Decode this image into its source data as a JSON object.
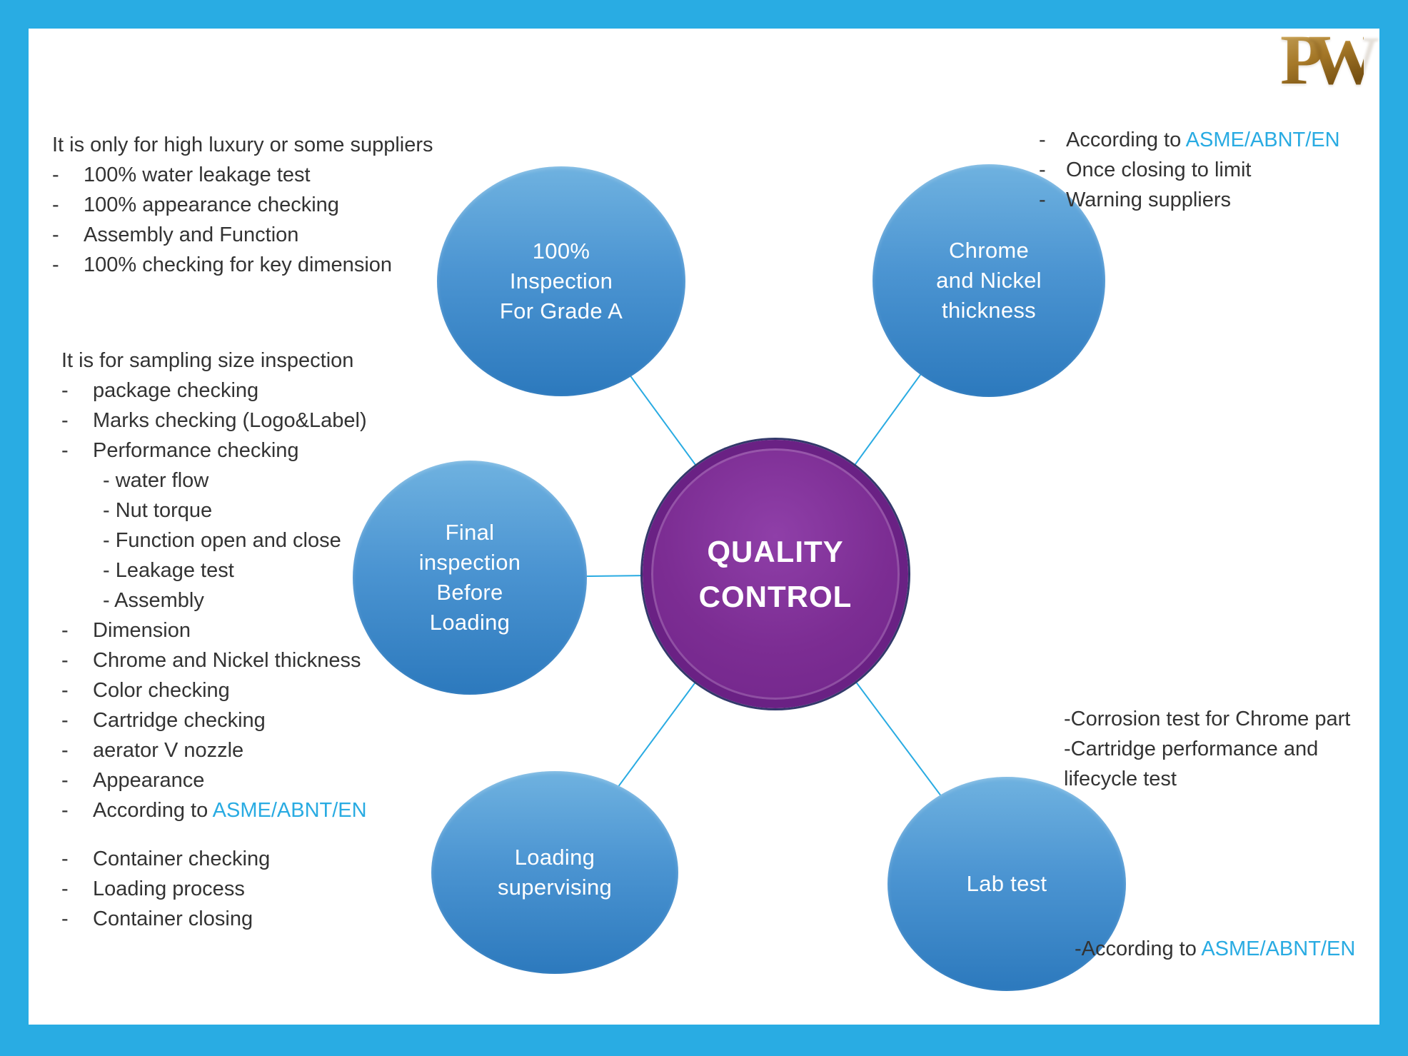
{
  "bullet": "-",
  "logo": {
    "text": "PW"
  },
  "colors": {
    "frame": "#29ACE3",
    "accent": "#29ABE2",
    "circle_blue_top": "#6FB2E0",
    "circle_blue_bottom": "#2C79BD",
    "center_purple": "#7C2D93"
  },
  "center": {
    "label": "QUALITY\nCONTROL"
  },
  "circles": {
    "inspection": "100%\nInspection\nFor Grade A",
    "chrome": "Chrome\nand Nickel\nthickness",
    "final": "Final\ninspection\nBefore\nLoading",
    "loading": "Loading\nsupervising",
    "lab": "Lab test"
  },
  "notes": {
    "grade_a": {
      "title": "It is only for high luxury or some suppliers",
      "items": [
        "100% water leakage test",
        "100% appearance checking",
        "Assembly and Function",
        "100% checking for key dimension"
      ]
    },
    "chrome_nickel": {
      "according_prefix": "According to ",
      "standard": "ASME/ABNT/EN",
      "items": [
        "Once closing to limit",
        "Warning suppliers"
      ]
    },
    "sampling": {
      "title": "It is for sampling size inspection",
      "items": [
        "package checking",
        "Marks checking (Logo&Label)",
        "Performance checking"
      ],
      "sub_items": [
        "- water flow",
        "- Nut torque",
        "- Function open and close",
        "- Leakage test",
        "- Assembly"
      ],
      "items2": [
        "Dimension",
        "Chrome and Nickel thickness",
        "Color checking",
        "Cartridge checking",
        "aerator V nozzle",
        "Appearance"
      ],
      "according_prefix": "According to ",
      "standard": "ASME/ABNT/EN"
    },
    "loading": {
      "items": [
        "Container checking",
        "Loading process",
        "Container closing"
      ]
    },
    "lab": {
      "lines": [
        "-Corrosion test for Chrome part",
        "-Cartridge performance and",
        "lifecycle test"
      ],
      "footer_prefix": "-According  to ",
      "standard": "ASME/ABNT/EN"
    }
  }
}
